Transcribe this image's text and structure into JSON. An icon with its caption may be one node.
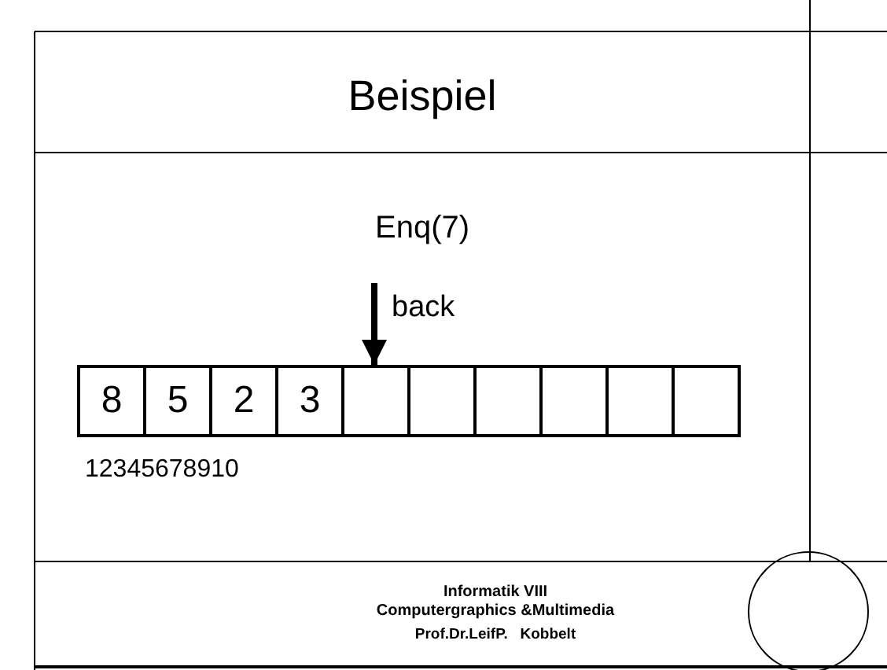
{
  "diagram": {
    "title": "Beispiel",
    "nodes": [
      {
        "text": [
          "8"
        ]
      },
      {
        "text": [
          "5"
        ]
      },
      {
        "text": [
          "2"
        ]
      },
      {
        "text": [
          "3"
        ]
      },
      {
        "text": [],
        "shape": "box"
      },
      {
        "text": [],
        "shape": "box"
      },
      {
        "text": [],
        "shape": "box"
      },
      {
        "text": [],
        "shape": "box"
      },
      {
        "text": [],
        "shape": "box"
      },
      {
        "text": [],
        "shape": "box"
      },
      {
        "text": [
          "back"
        ]
      },
      {
        "text": [],
        "shape": "circle"
      }
    ],
    "edges": [
      {
        "from": 10,
        "to": 4,
        "arrow": "to"
      }
    ],
    "labels": [
      "Enq(7)",
      "12345678910",
      "Informatik VIII",
      "Computergraphics &Multimedia",
      "Prof.Dr.LeifP.   Kobbelt"
    ]
  }
}
